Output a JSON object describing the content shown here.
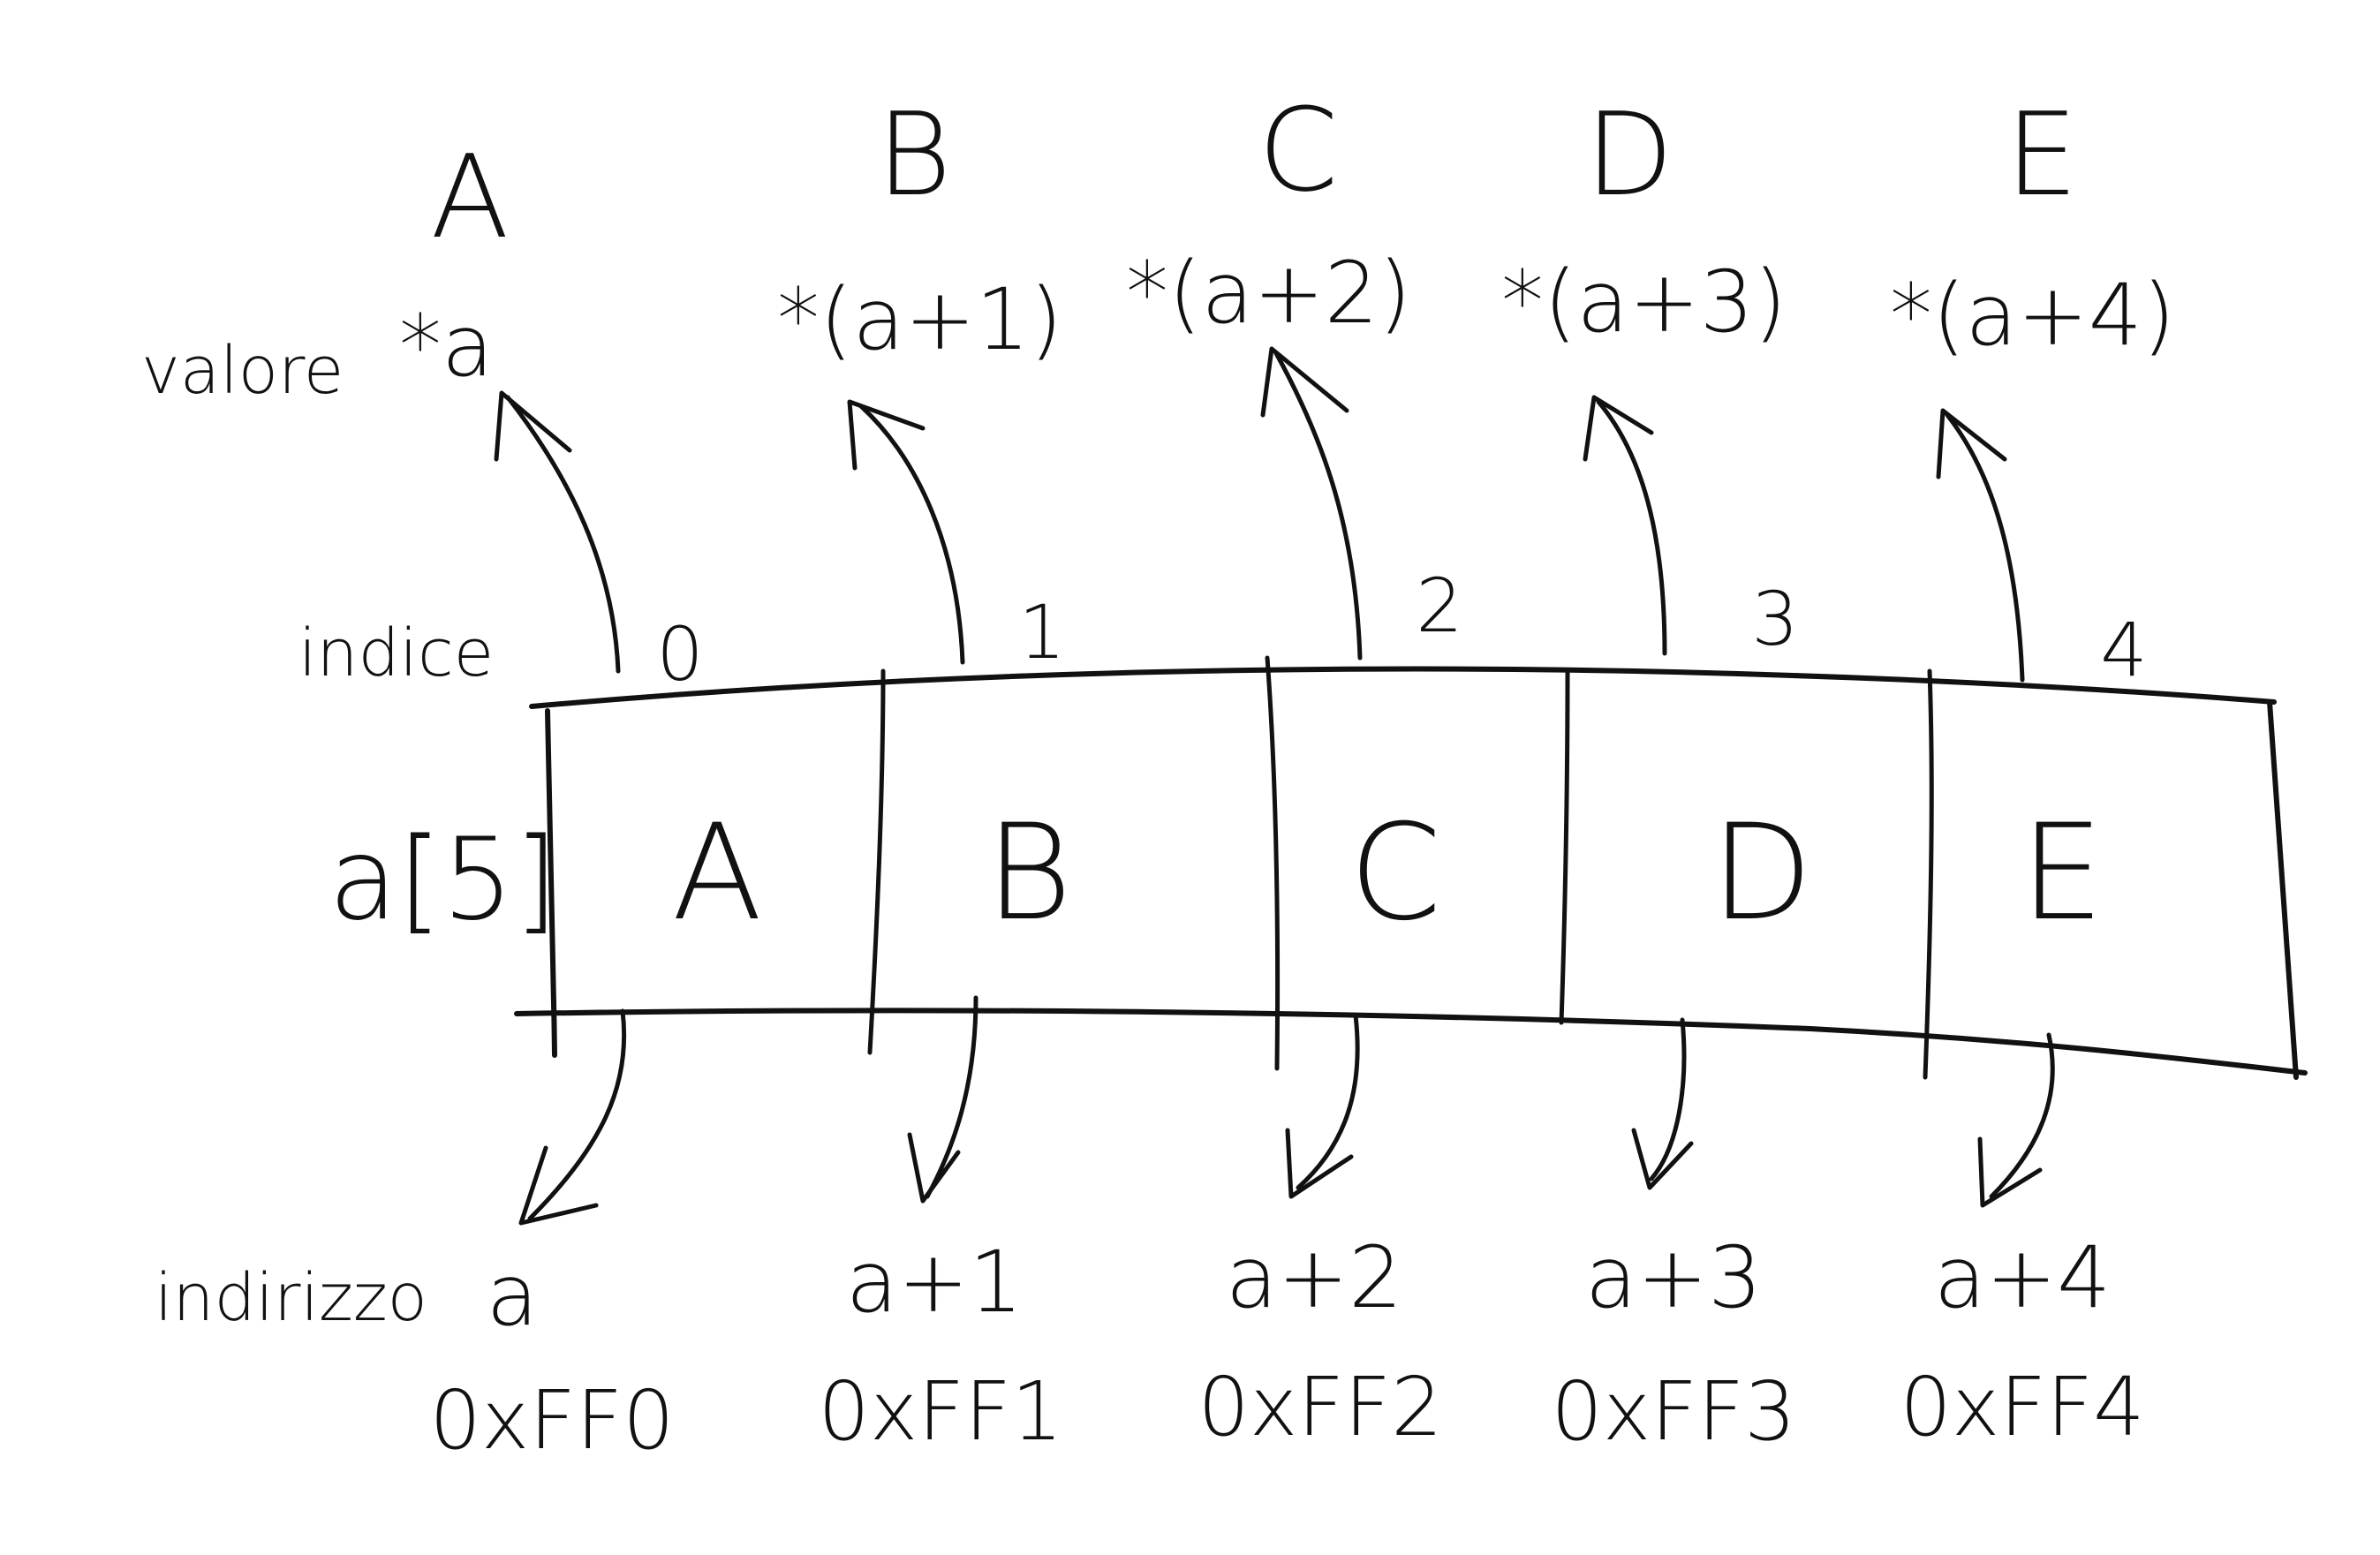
{
  "diagram": {
    "array_label": "a[5]",
    "labels": {
      "value": "valore",
      "index": "indice",
      "address": "indirizzo"
    },
    "elements": [
      {
        "letter": "A",
        "value_expr": "*a",
        "index": "0",
        "address_expr": "a",
        "address_hex": "0xFF0"
      },
      {
        "letter": "B",
        "value_expr": "*(a+1)",
        "index": "1",
        "address_expr": "a+1",
        "address_hex": "0xFF1"
      },
      {
        "letter": "C",
        "value_expr": "*(a+2)",
        "index": "2",
        "address_expr": "a+2",
        "address_hex": "0xFF2"
      },
      {
        "letter": "D",
        "value_expr": "*(a+3)",
        "index": "3",
        "address_expr": "a+3",
        "address_hex": "0xFF3"
      },
      {
        "letter": "E",
        "value_expr": "*(a+4)",
        "index": "4",
        "address_expr": "a+4",
        "address_hex": "0xFF4"
      }
    ]
  }
}
